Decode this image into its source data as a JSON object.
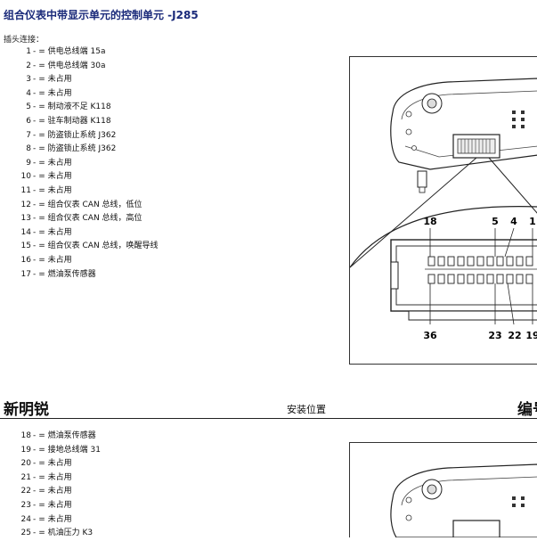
{
  "title": "组合仪表中带显示单元的控制单元 -J285",
  "connector_heading": "插头连接：",
  "separator": "-",
  "pins_top": [
    {
      "num": "1",
      "desc": "= 供电总线端 15a"
    },
    {
      "num": "2",
      "desc": "= 供电总线端 30a"
    },
    {
      "num": "3",
      "desc": "= 未占用"
    },
    {
      "num": "4",
      "desc": "= 未占用"
    },
    {
      "num": "5",
      "desc": "= 制动液不足 K118"
    },
    {
      "num": "6",
      "desc": "= 驻车制动器 K118"
    },
    {
      "num": "7",
      "desc": "= 防盗锁止系统 J362"
    },
    {
      "num": "8",
      "desc": "= 防盗锁止系统 J362"
    },
    {
      "num": "9",
      "desc": "= 未占用"
    },
    {
      "num": "10",
      "desc": "= 未占用"
    },
    {
      "num": "11",
      "desc": "= 未占用"
    },
    {
      "num": "12",
      "desc": "= 组合仪表 CAN 总线，低位"
    },
    {
      "num": "13",
      "desc": "= 组合仪表 CAN 总线，高位"
    },
    {
      "num": "14",
      "desc": "= 未占用"
    },
    {
      "num": "15",
      "desc": "= 组合仪表 CAN 总线，唤醒导线"
    },
    {
      "num": "16",
      "desc": "= 未占用"
    },
    {
      "num": "17",
      "desc": "= 燃油泵传感器"
    }
  ],
  "diagram_labels": {
    "top_a": "18",
    "top_b": "5",
    "top_c": "4",
    "top_d": "1",
    "bot_a": "36",
    "bot_b": "23",
    "bot_c": "22",
    "bot_d": "19"
  },
  "section": {
    "brand": "新明锐",
    "center": "安装位置",
    "right": "编号"
  },
  "pins_bottom": [
    {
      "num": "18",
      "desc": "= 燃油泵传感器"
    },
    {
      "num": "19",
      "desc": "= 接地总线端 31"
    },
    {
      "num": "20",
      "desc": "= 未占用"
    },
    {
      "num": "21",
      "desc": "= 未占用"
    },
    {
      "num": "22",
      "desc": "= 未占用"
    },
    {
      "num": "23",
      "desc": "= 未占用"
    },
    {
      "num": "24",
      "desc": "= 未占用"
    },
    {
      "num": "25",
      "desc": "= 机油压力 K3"
    }
  ]
}
